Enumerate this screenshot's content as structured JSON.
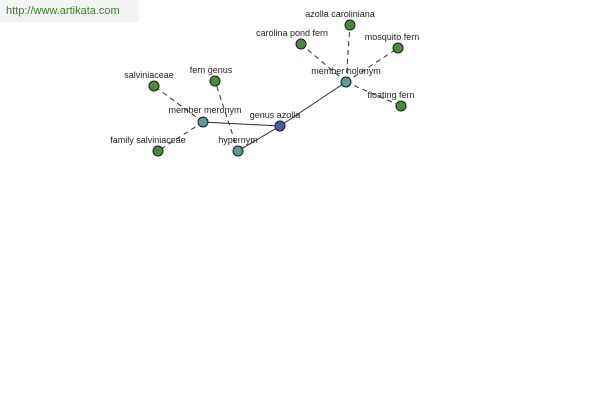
{
  "source": {
    "url_text": "http://www.artikata.com"
  },
  "colors": {
    "leaf": "#4c8a3c",
    "relation": "#5a9a9a",
    "center": "#4a5aa0"
  },
  "graph": {
    "nodes": [
      {
        "id": "genus-azolla",
        "label": "genus azolla",
        "kind": "center"
      },
      {
        "id": "member-holonym",
        "label": "member holonym",
        "kind": "relation"
      },
      {
        "id": "member-meronym",
        "label": "member meronym",
        "kind": "relation"
      },
      {
        "id": "hypernym",
        "label": "hypernym",
        "kind": "relation"
      },
      {
        "id": "azolla-caroliniana",
        "label": "azolla caroliniana",
        "kind": "leaf"
      },
      {
        "id": "carolina-pond-fern",
        "label": "carolina pond fern",
        "kind": "leaf"
      },
      {
        "id": "mosquito-fern",
        "label": "mosquito fern",
        "kind": "leaf"
      },
      {
        "id": "floating-fern",
        "label": "floating fern",
        "kind": "leaf"
      },
      {
        "id": "salviniaceae",
        "label": "salviniaceae",
        "kind": "leaf"
      },
      {
        "id": "family-salviniaceae",
        "label": "family salviniaceae",
        "kind": "leaf"
      },
      {
        "id": "fern-genus",
        "label": "fern genus",
        "kind": "leaf"
      }
    ],
    "edges": [
      {
        "from": "genus-azolla",
        "to": "member-holonym",
        "style": "solid"
      },
      {
        "from": "genus-azolla",
        "to": "member-meronym",
        "style": "solid"
      },
      {
        "from": "genus-azolla",
        "to": "hypernym",
        "style": "solid"
      },
      {
        "from": "member-holonym",
        "to": "azolla-caroliniana",
        "style": "dashed"
      },
      {
        "from": "member-holonym",
        "to": "carolina-pond-fern",
        "style": "dashed"
      },
      {
        "from": "member-holonym",
        "to": "mosquito-fern",
        "style": "dashed"
      },
      {
        "from": "member-holonym",
        "to": "floating-fern",
        "style": "dashed"
      },
      {
        "from": "member-meronym",
        "to": "salviniaceae",
        "style": "dashed"
      },
      {
        "from": "member-meronym",
        "to": "family-salviniaceae",
        "style": "dashed"
      },
      {
        "from": "hypernym",
        "to": "fern-genus",
        "style": "dashed"
      }
    ]
  }
}
